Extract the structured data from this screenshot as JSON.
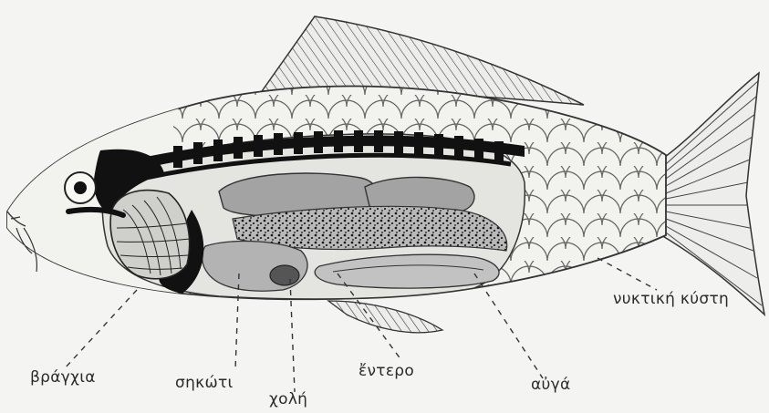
{
  "labels": {
    "gills": "βράγχια",
    "liver": "σηκώτι",
    "bile": "χολή",
    "intestine": "ἔντερο",
    "eggs": "αὐγά",
    "swim_bladder": "νυκτική κύστη"
  }
}
